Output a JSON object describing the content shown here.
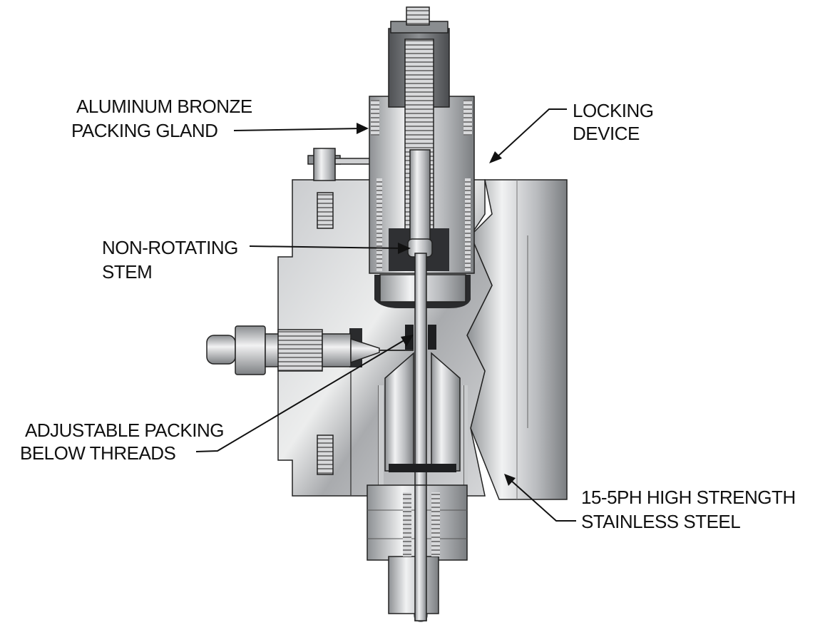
{
  "title": "Valve cutaway diagram",
  "labels": {
    "packing_gland": [
      "ALUMINUM BRONZE",
      "PACKING GLAND"
    ],
    "locking_device": [
      "LOCKING",
      "DEVICE"
    ],
    "stem": [
      "NON-ROTATING",
      "STEM"
    ],
    "packing": [
      "ADJUSTABLE PACKING",
      "BELOW THREADS"
    ],
    "steel": [
      "15-5PH HIGH STRENGTH",
      "STAINLESS STEEL"
    ]
  },
  "colors": {
    "metal_light": "#e8e9eb",
    "metal_mid": "#b4b6b9",
    "metal_dark": "#5c5e61",
    "ink": "#111111"
  }
}
